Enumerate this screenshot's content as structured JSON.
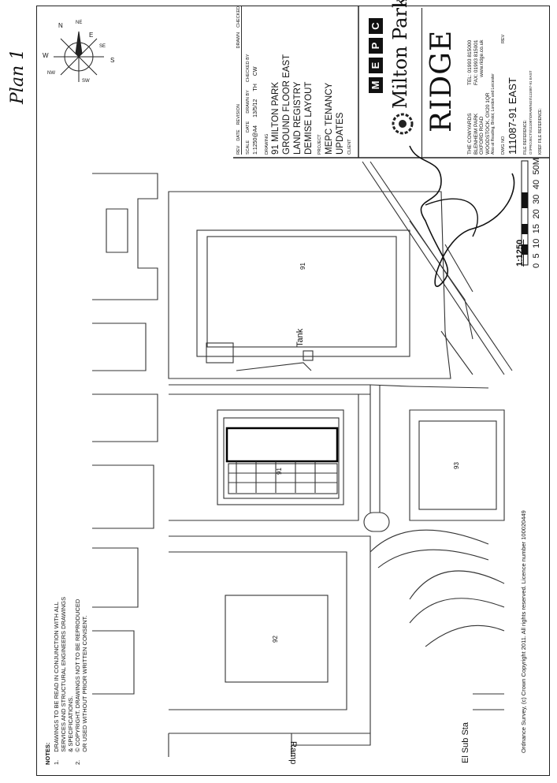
{
  "margin_note": "Plan 1",
  "notes": {
    "heading": "NOTES:",
    "items": [
      {
        "num": "1.",
        "lines": [
          "DRAWINGS TO BE READ IN CONJUNCTION WITH ALL",
          "SERVICES AND STRUCTURAL ENGINEERS DRAWINGS",
          "& SPECIFICATIONS."
        ]
      },
      {
        "num": "2.",
        "lines": [
          "© COPYRIGHT. DRAWINGS NOT TO BE REPRODUCED",
          "OR USED WITHOUT PRIOR WRITTEN CONSENT."
        ]
      }
    ]
  },
  "os_licence": "Ordnance Survey, (c) Crown Copyright 2011. All rights reserved. Licence number 100020449",
  "map_labels": {
    "tank": "Tank",
    "ramp": "Ramp",
    "el_sub_sta": "El Sub Sta",
    "b91": "91",
    "b91_main": "91",
    "b92": "92",
    "b93": "93"
  },
  "title_block": {
    "rev_header": [
      "REV",
      "DATE",
      "REVISION",
      "DRAWN",
      "CHECKED"
    ],
    "scale_label": "SCALE",
    "scale_value": "1:1250@A4",
    "date_label": "DATE",
    "date_value": "13/5/12",
    "drawn_by_label": "DRAWN BY",
    "drawn_by_value": "TH",
    "checked_by_label": "CHECKED BY",
    "checked_by_value": "CW",
    "drawing_label": "DRAWING",
    "drawing_lines": [
      "91 MILTON PARK",
      "GROUND FLOOR EAST",
      "LAND REGISTRY",
      "DEMISE LAYOUT"
    ],
    "project_label": "PROJECT",
    "project_lines": [
      "MEPC TENANCY",
      "UPDATES"
    ],
    "client_label": "CLIENT",
    "mepc_letters": [
      "M",
      "E",
      "P",
      "C"
    ],
    "milton_park": "Milton Park",
    "ridge": "RIDGE",
    "address_lines": [
      "THE COWYARDS",
      "BLENHEIM PARK",
      "OXFORD ROAD",
      "WOODSTOCK, OX20 1QR"
    ],
    "tel": "TEL: 01993 815000",
    "fax": "FAX: 01993 815001",
    "web": "www.ridge.co.uk",
    "offices": "Also at Reading, Bristol, London and Leicester",
    "dwg_no_label": "DWG NO",
    "rev_label": "REV",
    "dwg_no": "111087-91 EAST",
    "file_ref_label": "FILE REFERENCE:",
    "file_ref_value": "O:\\PROJECTS\\111087\\DRAWINGS\\111087-91 EAST",
    "kref_label": "KREF FILE REFERENCE:"
  },
  "scale_bar": {
    "ratio": "1:1250",
    "ticks": [
      "0",
      "5",
      "10",
      "15",
      "20",
      "30",
      "40",
      "50M"
    ]
  },
  "north_arrow": {
    "labels": [
      "N",
      "E",
      "S",
      "W",
      "NE",
      "SE",
      "SW",
      "NW"
    ]
  }
}
